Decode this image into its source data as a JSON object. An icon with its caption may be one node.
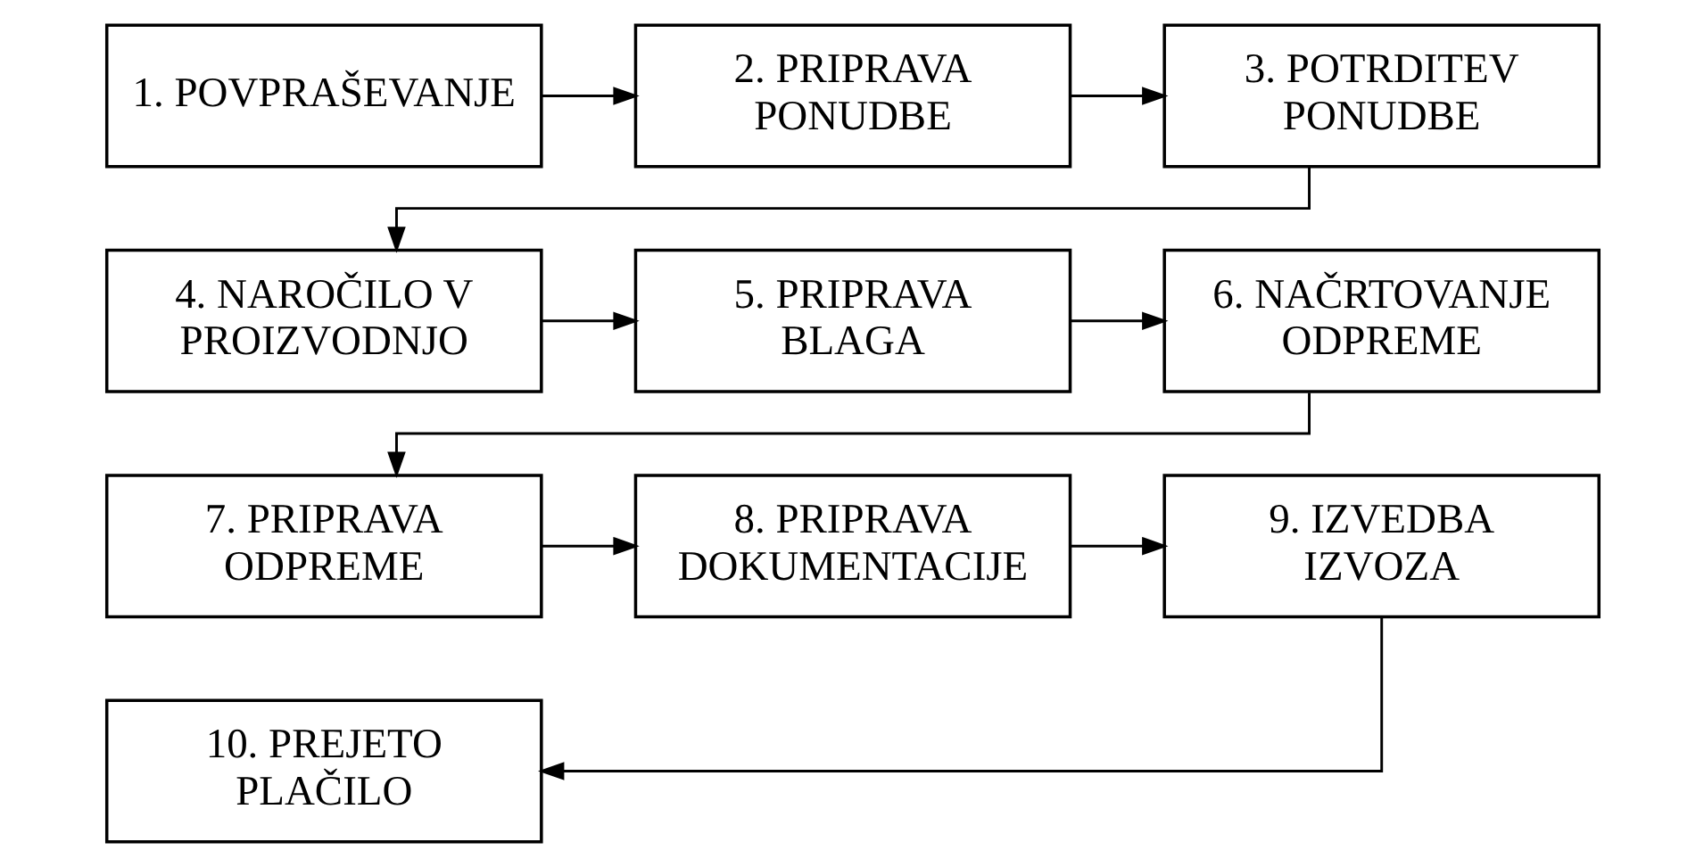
{
  "diagram": {
    "nodes": [
      {
        "text": [
          "1. POVPRAŠEVANJE"
        ]
      },
      {
        "text": [
          "2. PRIPRAVA PONUDBE"
        ]
      },
      {
        "text": [
          "3. POTRDITEV PONUDBE"
        ]
      },
      {
        "text": [
          "4. NAROČILO V PROIZVODNJO"
        ]
      },
      {
        "text": [
          "5. PRIPRAVA BLAGA"
        ]
      },
      {
        "text": [
          "6. NAČRTOVANJE ODPREME"
        ]
      },
      {
        "text": [
          "7. PRIPRAVA ODPREME"
        ]
      },
      {
        "text": [
          "8. PRIPRAVA DOKUMENTACIJE"
        ]
      },
      {
        "text": [
          "9. IZVEDBA IZVOZA"
        ]
      },
      {
        "text": [
          "10. PREJETO PLAČILO"
        ]
      }
    ],
    "edges": [
      {
        "from": 0,
        "to": 1,
        "arrow": "to"
      },
      {
        "from": 1,
        "to": 2,
        "arrow": "to"
      },
      {
        "from": 2,
        "to": 3,
        "arrow": "to"
      },
      {
        "from": 3,
        "to": 4,
        "arrow": "to"
      },
      {
        "from": 4,
        "to": 5,
        "arrow": "to"
      },
      {
        "from": 5,
        "to": 6,
        "arrow": "to"
      },
      {
        "from": 6,
        "to": 7,
        "arrow": "to"
      },
      {
        "from": 7,
        "to": 8,
        "arrow": "to"
      },
      {
        "from": 8,
        "to": 9,
        "arrow": "to"
      }
    ]
  }
}
